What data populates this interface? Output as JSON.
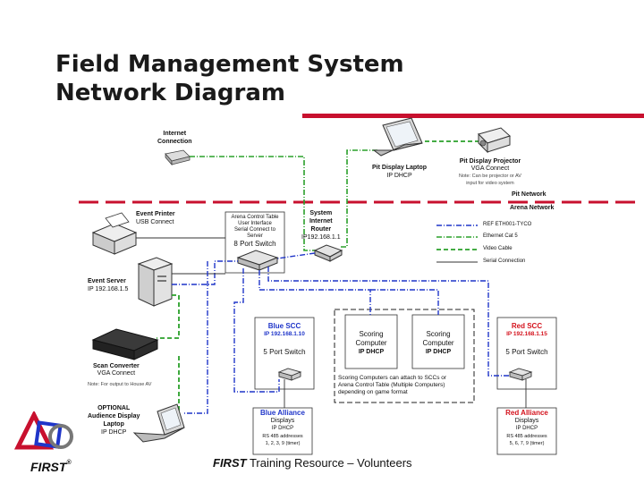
{
  "title": {
    "line1": "Field Management System",
    "line2": "Network Diagram"
  },
  "labels": {
    "internet": [
      "Internet",
      "Connection"
    ],
    "pit_laptop": {
      "name": "Pit Display Laptop",
      "ip": "IP DHCP"
    },
    "pit_projector": {
      "name": "Pit Display Projector",
      "conn": "VGA Connect",
      "note1": "Note: Can be projector or AV",
      "note2": "input for video system"
    },
    "pit_network": "Pit Network",
    "arena_network": "Arena Network",
    "event_printer": {
      "name": "Event Printer",
      "conn": "USB Connect"
    },
    "arena_table": {
      "l1": "Arena Control Table",
      "l2": "User Interface",
      "l3": "Serial Connect to",
      "l4": "Server",
      "switch": "8 Port Switch"
    },
    "router": {
      "l1": "System",
      "l2": "Internet",
      "l3": "Router",
      "ip": "IP192.168.1.1"
    },
    "event_server": {
      "name": "Event Server",
      "ip": "IP 192.168.1.5"
    },
    "scan_converter": {
      "name": "Scan Converter",
      "conn": "VGA Connect",
      "note": "Note: For output to House AV"
    },
    "optional_laptop": {
      "l1": "OPTIONAL",
      "l2": "Audience Display",
      "l3": "Laptop",
      "ip": "IP DHCP"
    },
    "blue_scc": {
      "name": "Blue SCC",
      "ip": "IP 192.168.1.10",
      "switch": "5 Port Switch"
    },
    "red_scc": {
      "name": "Red SCC",
      "ip": "IP 192.168.1.15",
      "switch": "5 Port Switch"
    },
    "scoring1": {
      "l1": "Scoring",
      "l2": "Computer",
      "ip": "IP DHCP"
    },
    "scoring2": {
      "l1": "Scoring",
      "l2": "Computer",
      "ip": "IP DHCP"
    },
    "scoring_note": {
      "l1": "Scoring Computers can attach to SCCs or",
      "l2": "Arena Control Table (Multiple Computers)",
      "l3": "depending on game format"
    },
    "blue_alliance": {
      "name": "Blue Alliance",
      "l2": "Displays",
      "ip": "IP DHCP",
      "rs": "RS 485 addresses",
      "addr": "1, 2, 3, 9 (timer)"
    },
    "red_alliance": {
      "name": "Red Alliance",
      "l2": "Displays",
      "ip": "IP DHCP",
      "rs": "RS 485 addresses",
      "addr": "5, 6, 7, 9 (timer)"
    }
  },
  "legend": [
    {
      "label": "REF ETH001-TYCO",
      "style": "blue-dashdot"
    },
    {
      "label": "Ethernet Cat 5",
      "style": "green-dashdot"
    },
    {
      "label": "Video Cable",
      "style": "green-dash"
    },
    {
      "label": "Serial Connection",
      "style": "solid"
    }
  ],
  "footer": {
    "italic": "FIRST",
    "rest": " Training Resource – Volunteers"
  },
  "logo": {
    "text": "FIRST",
    "reg": "®"
  },
  "colors": {
    "red": "#c8102e",
    "blue": "#1f35c9",
    "green": "#2aa02a",
    "gray": "#555555"
  }
}
